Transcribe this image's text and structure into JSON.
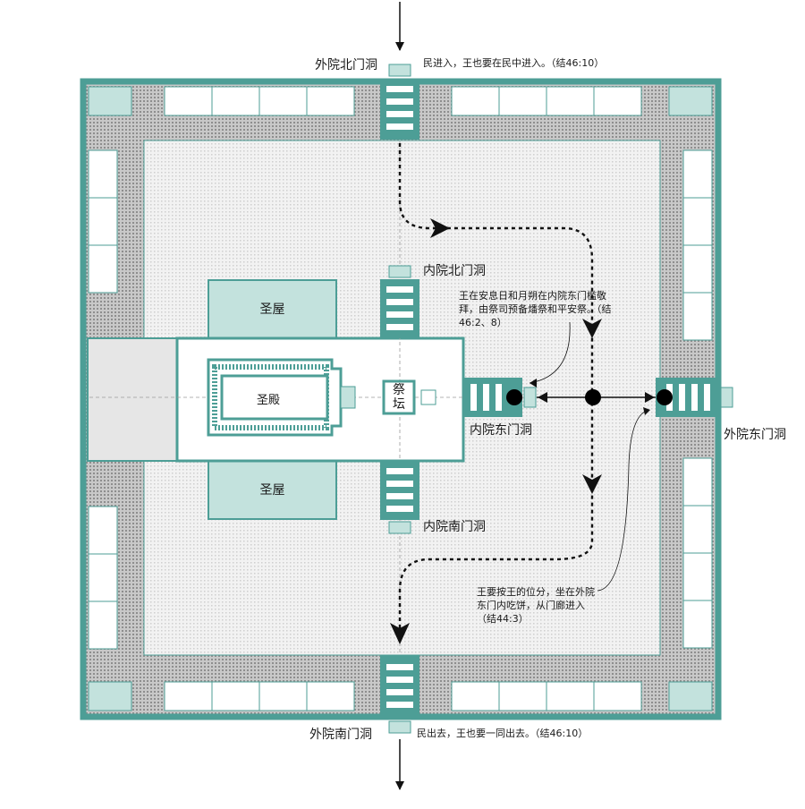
{
  "diagram": {
    "labels": {
      "outer_north_gate": "外院北门洞",
      "outer_south_gate": "外院南门洞",
      "outer_east_gate": "外院东门洞",
      "inner_north_gate": "内院北门洞",
      "inner_south_gate": "内院南门洞",
      "inner_east_gate": "内院东门洞",
      "holy_house_top": "圣屋",
      "holy_house_bottom": "圣屋",
      "temple": "圣殿",
      "altar_line1": "祭",
      "altar_line2": "坛"
    },
    "notes": {
      "north_entry": "民进入，王也要在民中进入。（结46:10）",
      "south_exit": "民出去，王也要一同出去。（结46:10）",
      "sabbath": "王在安息日和月朔在内院东门槛敬拜，由祭司预备燔祭和平安祭。（结46:2、8）",
      "king_seat": "王要按王的位分，坐在外院东门内吃饼，从门廊进入（结44:3）"
    },
    "colors": {
      "teal": "#4d9e96",
      "teal_fill": "#c3e2dd",
      "gray_area": "#e6e6e6",
      "pattern_dot": "#9a9a9a",
      "arrow": "#111111"
    }
  }
}
